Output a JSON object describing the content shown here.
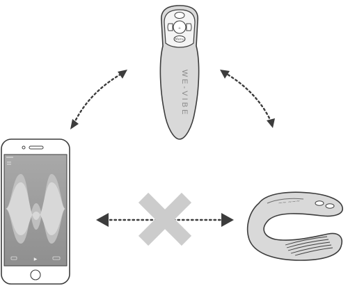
{
  "diagram": {
    "remote": {
      "brand_text": "WE-VIBE",
      "button_labels": [
        "+",
        "–",
        "Menu"
      ]
    },
    "app": {
      "play_glyph": "▶"
    },
    "connections": [
      {
        "from": "phone",
        "to": "remote",
        "allowed": true
      },
      {
        "from": "remote",
        "to": "vibrator",
        "allowed": true
      },
      {
        "from": "phone",
        "to": "vibrator",
        "allowed": false
      }
    ],
    "colors": {
      "device_fill": "#d9d9d9",
      "outline": "#3c3c3c",
      "arrow": "#3c3c3c",
      "cross": "#cccccc",
      "screen": "#9e9e9e"
    },
    "icons": [
      "smartphone-icon",
      "remote-control-icon",
      "vibrator-icon",
      "no-connection-x-icon"
    ]
  }
}
